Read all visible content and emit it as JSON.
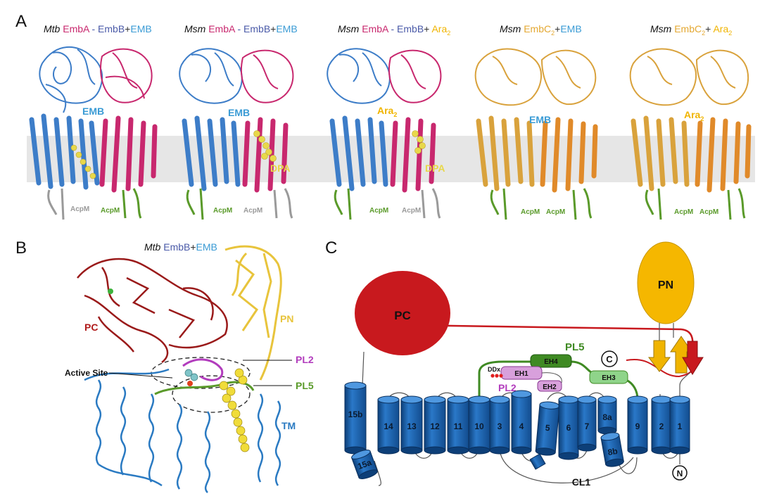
{
  "panel_a": {
    "label": "A",
    "titles": [
      {
        "species": "Mtb",
        "part1": "EmbA",
        "sep": " - ",
        "part2": "EmbB",
        "plus": "+",
        "ligand": "EMB"
      },
      {
        "species": "Msm",
        "part1": "EmbA",
        "sep": " - ",
        "part2": "EmbB",
        "plus": "+",
        "ligand": "EMB"
      },
      {
        "species": "Msm",
        "part1": "EmbA",
        "sep": " - ",
        "part2": "EmbB",
        "plus": "+ ",
        "ligand": "Ara",
        "ligand_sub": "2"
      },
      {
        "species": "Msm",
        "part1": "EmbC",
        "part1_sub": "2",
        "plus": "+",
        "ligand": "EMB"
      },
      {
        "species": "Msm",
        "part1": "EmbC",
        "part1_sub": "2",
        "plus": "+ ",
        "ligand": "Ara",
        "ligand_sub": "2"
      }
    ],
    "structures": [
      {
        "ligand": "EMB",
        "dpa": "",
        "acpm_left": "AcpM",
        "acpm_right": "AcpM"
      },
      {
        "ligand": "EMB",
        "dpa": "DPA",
        "acpm_left": "AcpM",
        "acpm_right": "AcpM"
      },
      {
        "ligand": "Ara",
        "ligand_sub": "2",
        "dpa": "DPA",
        "acpm_left": "AcpM",
        "acpm_right": "AcpM"
      },
      {
        "ligand": "EMB",
        "dpa": "",
        "acpm_left": "AcpM",
        "acpm_right": "AcpM"
      },
      {
        "ligand": "Ara",
        "ligand_sub": "2",
        "dpa": "",
        "acpm_left": "AcpM",
        "acpm_right": "AcpM"
      }
    ]
  },
  "panel_b": {
    "label": "B",
    "title": {
      "species": "Mtb",
      "protein": "EmbB",
      "plus": "+",
      "ligand": "EMB"
    },
    "labels": {
      "pc": "PC",
      "pn": "PN",
      "pl2": "PL2",
      "pl5": "PL5",
      "tm": "TM",
      "active_site": "Active Site"
    }
  },
  "panel_c": {
    "label": "C",
    "domains": {
      "pc": "PC",
      "pn": "PN",
      "c_term": "C",
      "n_term": "N"
    },
    "loops": {
      "pl5": "PL5",
      "pl2": "PL2",
      "cl1": "CL1",
      "ddx": "DDx"
    },
    "helices": {
      "eh4": "EH4",
      "eh1": "EH1",
      "eh2": "EH2",
      "eh3": "EH3"
    },
    "tm_segments": [
      "15b",
      "15a",
      "14",
      "13",
      "12",
      "11",
      "10",
      "3",
      "4",
      "5",
      "6",
      "7",
      "8a",
      "8b",
      "9",
      "2",
      "1"
    ]
  },
  "colors": {
    "emba": "#c8286e",
    "embb": "#4a5aa8",
    "emb": "#3a9bd5",
    "ara": "#f0b400",
    "embc": "#e4a832",
    "acpm": "#5a9a2a",
    "pc": "#c8191e",
    "pn": "#f5b700",
    "tm": "#1a5fa8",
    "membrane": "#e6e6e6"
  }
}
